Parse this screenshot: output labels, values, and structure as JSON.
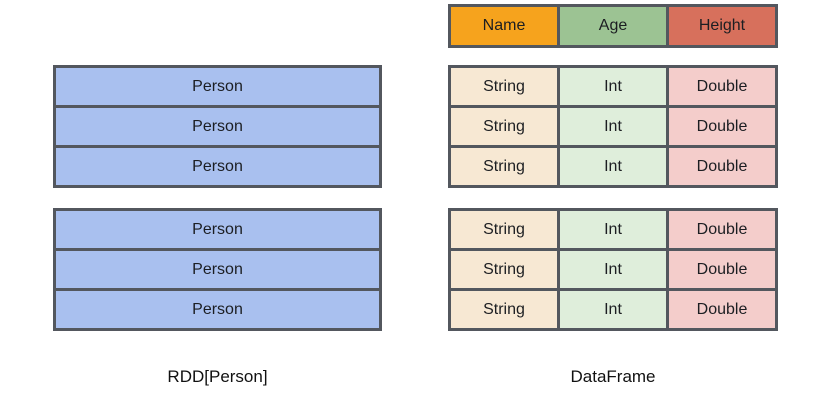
{
  "rdd": {
    "label": "RDD[Person]",
    "box_color": "#a9c0ef",
    "groups": [
      {
        "rows": [
          "Person",
          "Person",
          "Person"
        ]
      },
      {
        "rows": [
          "Person",
          "Person",
          "Person"
        ]
      }
    ]
  },
  "dataframe": {
    "label": "DataFrame",
    "columns": [
      {
        "header": "Name",
        "header_color": "#f6a31d",
        "cell_color": "#f7e8d3"
      },
      {
        "header": "Age",
        "header_color": "#9cc393",
        "cell_color": "#dfeedb"
      },
      {
        "header": "Height",
        "header_color": "#d7705c",
        "cell_color": "#f4cdcb"
      }
    ],
    "groups": [
      {
        "rows": [
          [
            "String",
            "Int",
            "Double"
          ],
          [
            "String",
            "Int",
            "Double"
          ],
          [
            "String",
            "Int",
            "Double"
          ]
        ]
      },
      {
        "rows": [
          [
            "String",
            "Int",
            "Double"
          ],
          [
            "String",
            "Int",
            "Double"
          ],
          [
            "String",
            "Int",
            "Double"
          ]
        ]
      }
    ]
  },
  "style": {
    "border_color": "#53575e",
    "background": "#ffffff"
  }
}
